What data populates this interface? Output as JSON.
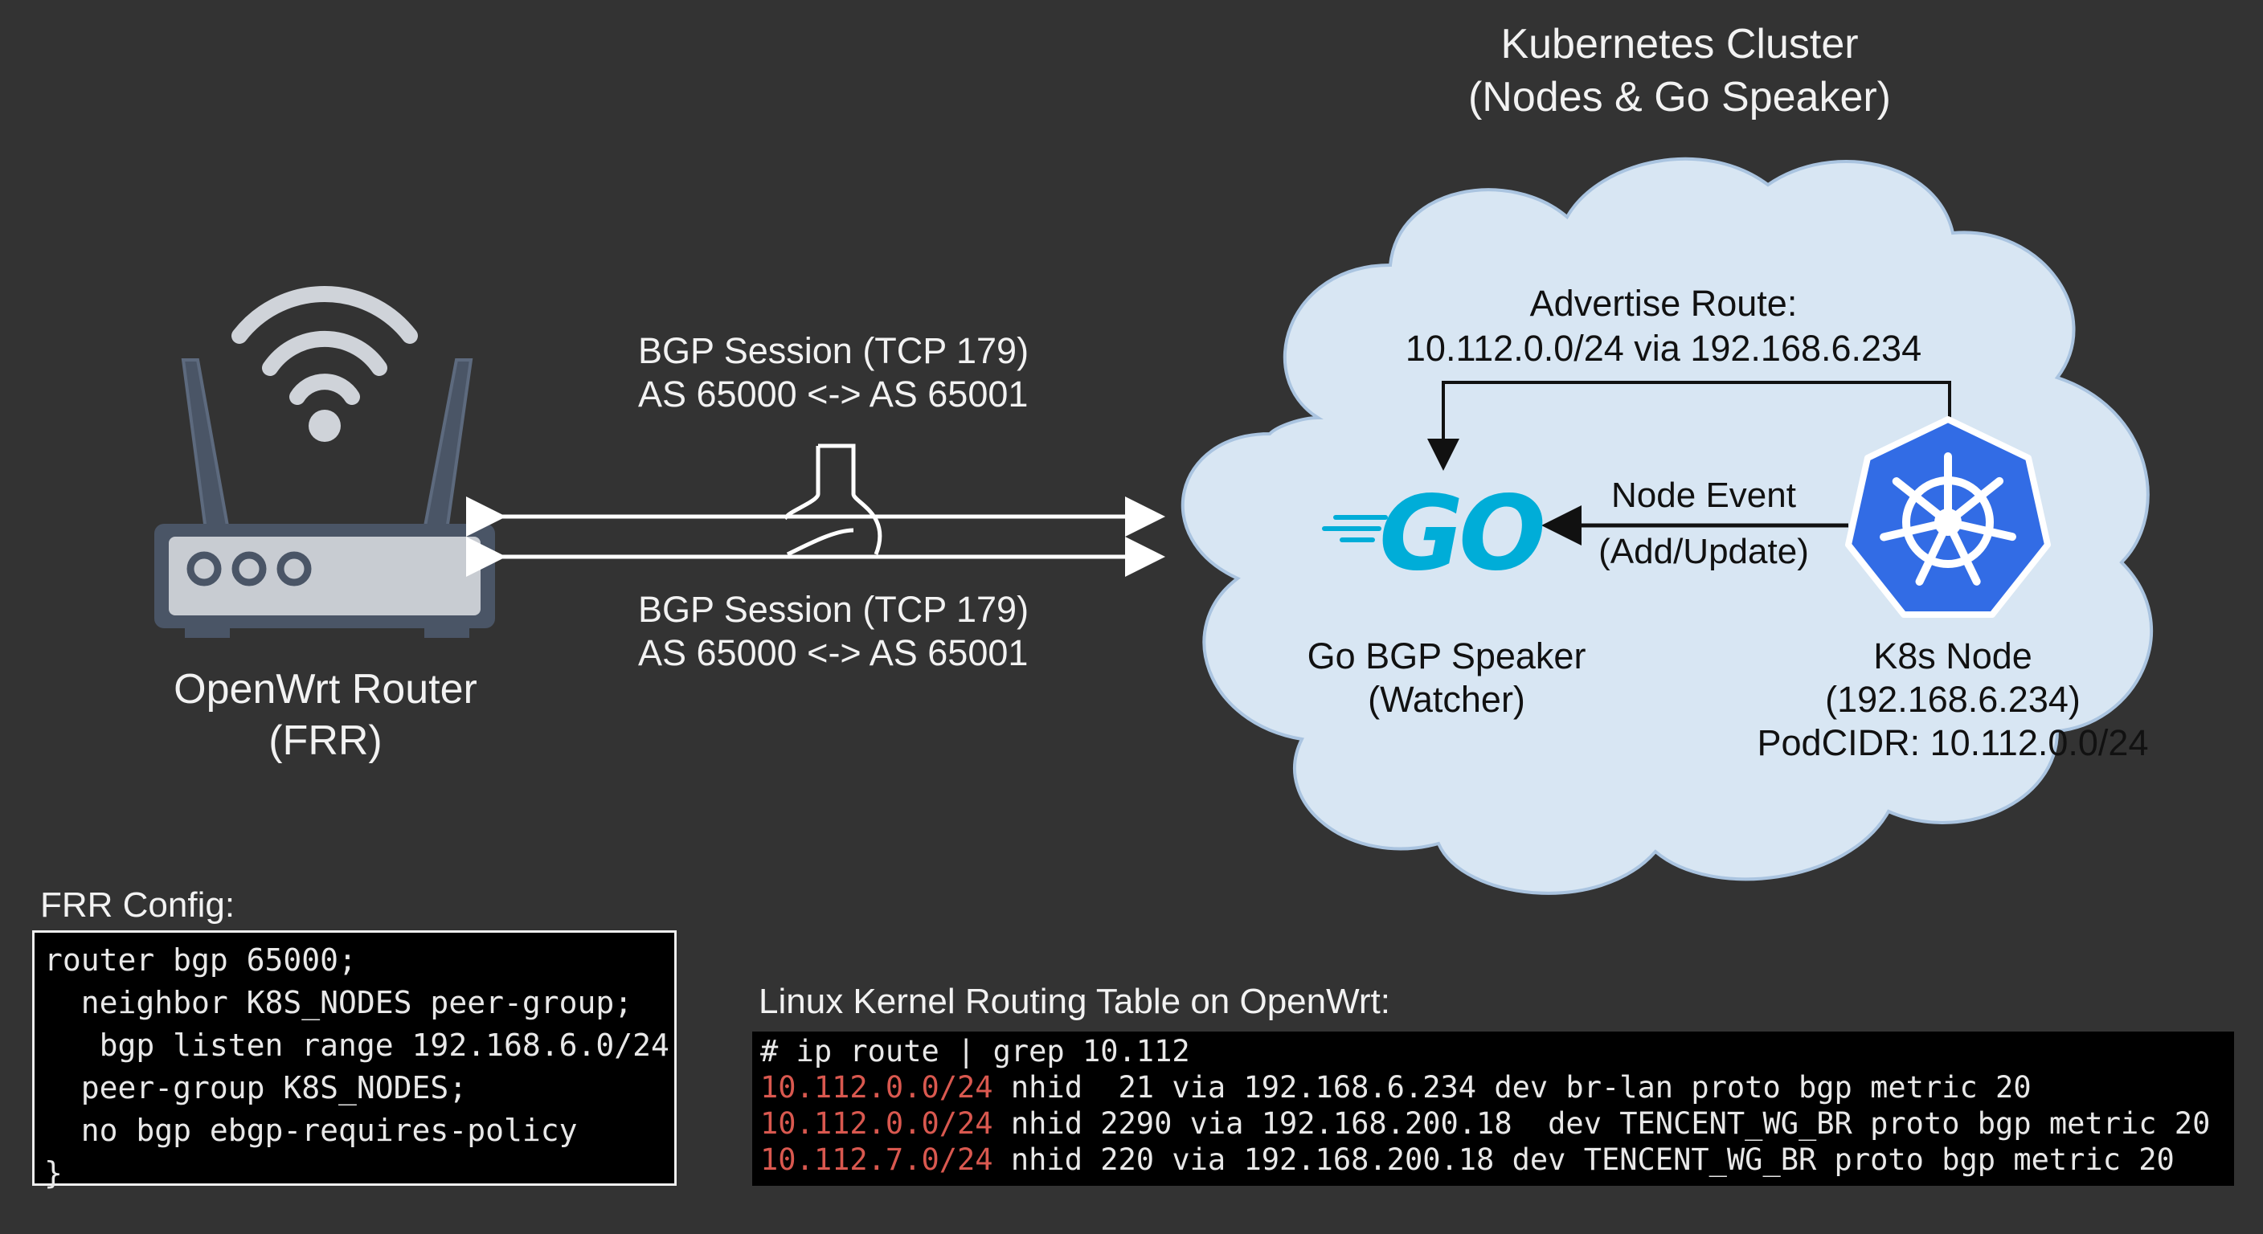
{
  "cluster": {
    "title_line1": "Kubernetes Cluster",
    "title_line2": "(Nodes & Go Speaker)"
  },
  "router": {
    "label_line1": "OpenWrt Router",
    "label_line2": "(FRR)"
  },
  "sessions": [
    {
      "line1": "BGP Session (TCP 179)",
      "line2": "AS 65000 <-> AS 65001"
    },
    {
      "line1": "BGP Session (TCP 179)",
      "line2": "AS 65000 <-> AS 65001"
    }
  ],
  "advertise": {
    "line1": "Advertise Route:",
    "line2": "10.112.0.0/24 via 192.168.6.234"
  },
  "node_event": {
    "line1": "Node Event",
    "line2": "(Add/Update)"
  },
  "speaker": {
    "logo_text": "GO",
    "label_line1": "Go BGP Speaker",
    "label_line2": "(Watcher)"
  },
  "k8s_node": {
    "label_line1": "K8s Node",
    "label_line2": "(192.168.6.234)",
    "label_line3": "PodCIDR: 10.112.0.0/24"
  },
  "frr_config": {
    "title": "FRR Config:",
    "lines": [
      "router bgp 65000;",
      "  neighbor K8S_NODES peer-group;",
      "   bgp listen range 192.168.6.0/24",
      "  peer-group K8S_NODES;",
      "  no bgp ebgp-requires-policy",
      "}"
    ]
  },
  "routing_table": {
    "title": "Linux Kernel Routing Table on OpenWrt:",
    "command": "# ip route | grep 10.112",
    "rows": [
      {
        "prefix": "10.112.0.0/24",
        "rest": " nhid  21 via 192.168.6.234 dev br-lan proto bgp metric 20"
      },
      {
        "prefix": "10.112.0.0/24",
        "rest": " nhid 2290 via 192.168.200.18  dev TENCENT_WG_BR proto bgp metric 20"
      },
      {
        "prefix": "10.112.7.0/24",
        "rest": " nhid 220 via 192.168.200.18 dev TENCENT_WG_BR proto bgp metric 20"
      }
    ]
  },
  "colors": {
    "background": "#333333",
    "cloud_fill": "#d8e6f3",
    "k8s_blue": "#326ce5",
    "go_cyan": "#00add8",
    "router_body": "#4a5566",
    "route_prefix": "#d9584f"
  },
  "icons": [
    "wifi-icon",
    "router-icon",
    "go-logo-icon",
    "kubernetes-helm-icon",
    "sparkle-icon"
  ]
}
